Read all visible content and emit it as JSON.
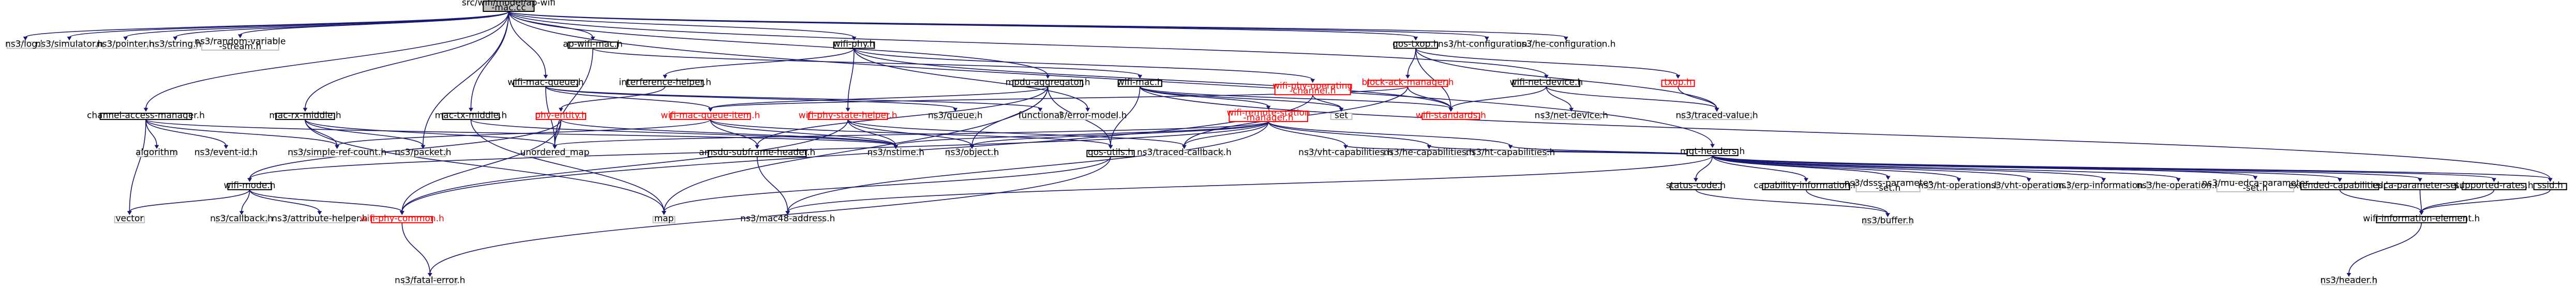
{
  "nodes": [
    {
      "id": "root",
      "lines": [
        "src/wifi/model/ap-wifi",
        "-mac.cc"
      ],
      "style": "root"
    },
    {
      "id": "log",
      "lines": [
        "ns3/log.h"
      ],
      "style": "plain"
    },
    {
      "id": "simulator",
      "lines": [
        "ns3/simulator.h"
      ],
      "style": "plain"
    },
    {
      "id": "pointer",
      "lines": [
        "ns3/pointer.h"
      ],
      "style": "plain"
    },
    {
      "id": "string",
      "lines": [
        "ns3/string.h"
      ],
      "style": "plain"
    },
    {
      "id": "rvs",
      "lines": [
        "ns3/random-variable",
        "-stream.h"
      ],
      "style": "plain"
    },
    {
      "id": "apwifimac",
      "lines": [
        "ap-wifi-mac.h"
      ],
      "style": "normal"
    },
    {
      "id": "wifiphy",
      "lines": [
        "wifi-phy.h"
      ],
      "style": "normal"
    },
    {
      "id": "qostxop",
      "lines": [
        "qos-txop.h"
      ],
      "style": "normal"
    },
    {
      "id": "htconf",
      "lines": [
        "ns3/ht-configuration.h"
      ],
      "style": "plain"
    },
    {
      "id": "heconf",
      "lines": [
        "ns3/he-configuration.h"
      ],
      "style": "plain"
    },
    {
      "id": "cam",
      "lines": [
        "channel-access-manager.h"
      ],
      "style": "normal"
    },
    {
      "id": "macrxmiddle",
      "lines": [
        "mac-rx-middle.h"
      ],
      "style": "normal"
    },
    {
      "id": "mactxmiddle",
      "lines": [
        "mac-tx-middle.h"
      ],
      "style": "normal"
    },
    {
      "id": "wmq",
      "lines": [
        "wifi-mac-queue.h"
      ],
      "style": "normal"
    },
    {
      "id": "ifhelper",
      "lines": [
        "interference-helper.h"
      ],
      "style": "normal"
    },
    {
      "id": "mpduagg",
      "lines": [
        "mpdu-aggregator.h"
      ],
      "style": "normal"
    },
    {
      "id": "errormodel",
      "lines": [
        "ns3/error-model.h"
      ],
      "style": "plain"
    },
    {
      "id": "wpoc",
      "lines": [
        "wifi-phy-operating",
        "-channel.h"
      ],
      "style": "red"
    },
    {
      "id": "bam",
      "lines": [
        "block-ack-manager.h"
      ],
      "style": "red"
    },
    {
      "id": "wnd",
      "lines": [
        "wifi-net-device.h"
      ],
      "style": "normal"
    },
    {
      "id": "txop",
      "lines": [
        "txop.h"
      ],
      "style": "red"
    },
    {
      "id": "wifimac",
      "lines": [
        "wifi-mac.h"
      ],
      "style": "normal"
    },
    {
      "id": "phyentity",
      "lines": [
        "phy-entity.h"
      ],
      "style": "red"
    },
    {
      "id": "wmqi",
      "lines": [
        "wifi-mac-queue-item.h"
      ],
      "style": "red"
    },
    {
      "id": "wpsh",
      "lines": [
        "wifi-phy-state-helper.h"
      ],
      "style": "red"
    },
    {
      "id": "queue",
      "lines": [
        "ns3/queue.h"
      ],
      "style": "plain"
    },
    {
      "id": "functional",
      "lines": [
        "functional"
      ],
      "style": "plain"
    },
    {
      "id": "set",
      "lines": [
        "set"
      ],
      "style": "plain"
    },
    {
      "id": "wrsm",
      "lines": [
        "wifi-remote-station",
        "-manager.h"
      ],
      "style": "red"
    },
    {
      "id": "wstd",
      "lines": [
        "wifi-standards.h"
      ],
      "style": "red"
    },
    {
      "id": "netdevice",
      "lines": [
        "ns3/net-device.h"
      ],
      "style": "plain"
    },
    {
      "id": "tracedvalue",
      "lines": [
        "ns3/traced-value.h"
      ],
      "style": "plain"
    },
    {
      "id": "mgt",
      "lines": [
        "mgt-headers.h"
      ],
      "style": "normal"
    },
    {
      "id": "algorithm",
      "lines": [
        "algorithm"
      ],
      "style": "plain"
    },
    {
      "id": "eventid",
      "lines": [
        "ns3/event-id.h"
      ],
      "style": "plain"
    },
    {
      "id": "srcount",
      "lines": [
        "ns3/simple-ref-count.h"
      ],
      "style": "plain"
    },
    {
      "id": "packet",
      "lines": [
        "ns3/packet.h"
      ],
      "style": "plain"
    },
    {
      "id": "umap",
      "lines": [
        "unordered_map"
      ],
      "style": "plain"
    },
    {
      "id": "asfh",
      "lines": [
        "amsdu-subframe-header.h"
      ],
      "style": "normal"
    },
    {
      "id": "nstime",
      "lines": [
        "ns3/nstime.h"
      ],
      "style": "plain"
    },
    {
      "id": "object",
      "lines": [
        "ns3/object.h"
      ],
      "style": "plain"
    },
    {
      "id": "qosutils",
      "lines": [
        "qos-utils.h"
      ],
      "style": "normal"
    },
    {
      "id": "tracedcb",
      "lines": [
        "ns3/traced-callback.h"
      ],
      "style": "plain"
    },
    {
      "id": "vhtcap",
      "lines": [
        "ns3/vht-capabilities.h"
      ],
      "style": "plain"
    },
    {
      "id": "hecap",
      "lines": [
        "ns3/he-capabilities.h"
      ],
      "style": "plain"
    },
    {
      "id": "htcap",
      "lines": [
        "ns3/ht-capabilities.h"
      ],
      "style": "plain"
    },
    {
      "id": "statuscode",
      "lines": [
        "status-code.h"
      ],
      "style": "normal"
    },
    {
      "id": "capinfo",
      "lines": [
        "capability-information.h"
      ],
      "style": "normal"
    },
    {
      "id": "dsss",
      "lines": [
        "ns3/dsss-parameter",
        "-set.h"
      ],
      "style": "plain"
    },
    {
      "id": "htop",
      "lines": [
        "ns3/ht-operation.h"
      ],
      "style": "plain"
    },
    {
      "id": "vhtop",
      "lines": [
        "ns3/vht-operation.h"
      ],
      "style": "plain"
    },
    {
      "id": "erp",
      "lines": [
        "ns3/erp-information.h"
      ],
      "style": "plain"
    },
    {
      "id": "heop",
      "lines": [
        "ns3/he-operation.h"
      ],
      "style": "plain"
    },
    {
      "id": "muedca",
      "lines": [
        "ns3/mu-edca-parameter",
        "-set.h"
      ],
      "style": "plain"
    },
    {
      "id": "extcap",
      "lines": [
        "extended-capabilities.h"
      ],
      "style": "normal"
    },
    {
      "id": "edca",
      "lines": [
        "edca-parameter-set.h"
      ],
      "style": "normal"
    },
    {
      "id": "suprates",
      "lines": [
        "supported-rates.h"
      ],
      "style": "normal"
    },
    {
      "id": "ssid",
      "lines": [
        "ssid.h"
      ],
      "style": "normal"
    },
    {
      "id": "wifimode",
      "lines": [
        "wifi-mode.h"
      ],
      "style": "normal"
    },
    {
      "id": "vector",
      "lines": [
        "vector"
      ],
      "style": "plain"
    },
    {
      "id": "callback",
      "lines": [
        "ns3/callback.h"
      ],
      "style": "plain"
    },
    {
      "id": "attrhelper",
      "lines": [
        "ns3/attribute-helper.h"
      ],
      "style": "plain"
    },
    {
      "id": "wpc",
      "lines": [
        "wifi-phy-common.h"
      ],
      "style": "red"
    },
    {
      "id": "map",
      "lines": [
        "map"
      ],
      "style": "plain"
    },
    {
      "id": "mac48",
      "lines": [
        "ns3/mac48-address.h"
      ],
      "style": "plain"
    },
    {
      "id": "buffer",
      "lines": [
        "ns3/buffer.h"
      ],
      "style": "plain"
    },
    {
      "id": "wie",
      "lines": [
        "wifi-information-element.h"
      ],
      "style": "normal"
    },
    {
      "id": "nsheader",
      "lines": [
        "ns3/header.h"
      ],
      "style": "plain"
    },
    {
      "id": "fatal",
      "lines": [
        "ns3/fatal-error.h"
      ],
      "style": "plain"
    }
  ],
  "edges": [
    [
      "root",
      "log"
    ],
    [
      "root",
      "simulator"
    ],
    [
      "root",
      "pointer"
    ],
    [
      "root",
      "string"
    ],
    [
      "root",
      "rvs"
    ],
    [
      "root",
      "apwifimac"
    ],
    [
      "root",
      "wifiphy"
    ],
    [
      "root",
      "qostxop"
    ],
    [
      "root",
      "htconf"
    ],
    [
      "root",
      "heconf"
    ],
    [
      "root",
      "cam"
    ],
    [
      "root",
      "macrxmiddle"
    ],
    [
      "root",
      "mactxmiddle"
    ],
    [
      "root",
      "wmq"
    ],
    [
      "root",
      "mgt"
    ],
    [
      "root",
      "mpduagg"
    ],
    [
      "root",
      "wnd"
    ],
    [
      "root",
      "packet"
    ],
    [
      "apwifimac",
      "wifimac"
    ],
    [
      "apwifimac",
      "umap"
    ],
    [
      "wifiphy",
      "ifhelper"
    ],
    [
      "wifiphy",
      "errormodel"
    ],
    [
      "wifiphy",
      "wpoc"
    ],
    [
      "wifiphy",
      "wstd"
    ],
    [
      "wifiphy",
      "wpsh"
    ],
    [
      "qostxop",
      "bam"
    ],
    [
      "qostxop",
      "txop"
    ],
    [
      "qostxop",
      "tracedvalue"
    ],
    [
      "qostxop",
      "wstd"
    ],
    [
      "cam",
      "algorithm"
    ],
    [
      "cam",
      "vector"
    ],
    [
      "cam",
      "eventid"
    ],
    [
      "cam",
      "srcount"
    ],
    [
      "cam",
      "nstime"
    ],
    [
      "macrxmiddle",
      "srcount"
    ],
    [
      "macrxmiddle",
      "packet"
    ],
    [
      "macrxmiddle",
      "umap"
    ],
    [
      "macrxmiddle",
      "map"
    ],
    [
      "mactxmiddle",
      "map"
    ],
    [
      "mactxmiddle",
      "nstime"
    ],
    [
      "wmq",
      "wmqi"
    ],
    [
      "wmq",
      "queue"
    ],
    [
      "wmq",
      "functional"
    ],
    [
      "wmq",
      "umap"
    ],
    [
      "ifhelper",
      "phyentity"
    ],
    [
      "mpduagg",
      "wmqi"
    ],
    [
      "mpduagg",
      "object"
    ],
    [
      "mpduagg",
      "qosutils"
    ],
    [
      "mpduagg",
      "asfh"
    ],
    [
      "mpduagg",
      "map"
    ],
    [
      "wpoc",
      "set"
    ],
    [
      "wpoc",
      "wpc"
    ],
    [
      "bam",
      "wmqi"
    ],
    [
      "bam",
      "tracedcb"
    ],
    [
      "bam",
      "wstd"
    ],
    [
      "wnd",
      "wstd"
    ],
    [
      "wnd",
      "netdevice"
    ],
    [
      "wnd",
      "tracedvalue"
    ],
    [
      "txop",
      "tracedvalue"
    ],
    [
      "wifimac",
      "wrsm"
    ],
    [
      "wifimac",
      "set"
    ],
    [
      "wifimac",
      "qosutils"
    ],
    [
      "wifimac",
      "wstd"
    ],
    [
      "wifimac",
      "ssid"
    ],
    [
      "phyentity",
      "wpc"
    ],
    [
      "phyentity",
      "nstime"
    ],
    [
      "phyentity",
      "umap"
    ],
    [
      "phyentity",
      "wifimode"
    ],
    [
      "wmqi",
      "srcount"
    ],
    [
      "wmqi",
      "nstime"
    ],
    [
      "wmqi",
      "asfh"
    ],
    [
      "wmqi",
      "qosutils"
    ],
    [
      "wpsh",
      "object"
    ],
    [
      "wpsh",
      "tracedcb"
    ],
    [
      "wpsh",
      "wpc"
    ],
    [
      "wpsh",
      "nstime"
    ],
    [
      "wrsm",
      "object"
    ],
    [
      "wrsm",
      "tracedcb"
    ],
    [
      "wrsm",
      "vhtcap"
    ],
    [
      "wrsm",
      "hecap"
    ],
    [
      "wrsm",
      "htcap"
    ],
    [
      "wrsm",
      "mac48"
    ],
    [
      "wrsm",
      "nstime"
    ],
    [
      "wrsm",
      "wifimode"
    ],
    [
      "wrsm",
      "umap"
    ],
    [
      "mgt",
      "statuscode"
    ],
    [
      "mgt",
      "capinfo"
    ],
    [
      "mgt",
      "dsss"
    ],
    [
      "mgt",
      "htop"
    ],
    [
      "mgt",
      "vhtop"
    ],
    [
      "mgt",
      "erp"
    ],
    [
      "mgt",
      "heop"
    ],
    [
      "mgt",
      "muedca"
    ],
    [
      "mgt",
      "extcap"
    ],
    [
      "mgt",
      "edca"
    ],
    [
      "mgt",
      "suprates"
    ],
    [
      "mgt",
      "ssid"
    ],
    [
      "mgt",
      "mac48"
    ],
    [
      "mgt",
      "htcap"
    ],
    [
      "mgt",
      "vhtcap"
    ],
    [
      "mgt",
      "hecap"
    ],
    [
      "statuscode",
      "buffer"
    ],
    [
      "capinfo",
      "buffer"
    ],
    [
      "extcap",
      "wie"
    ],
    [
      "edca",
      "wie"
    ],
    [
      "suprates",
      "wie"
    ],
    [
      "ssid",
      "wie"
    ],
    [
      "wie",
      "nsheader"
    ],
    [
      "asfh",
      "mac48"
    ],
    [
      "qosutils",
      "fatal"
    ],
    [
      "qosutils",
      "map"
    ],
    [
      "wifimode",
      "vector"
    ],
    [
      "wifimode",
      "callback"
    ],
    [
      "wifimode",
      "attrhelper"
    ],
    [
      "wifimode",
      "wpc"
    ],
    [
      "wpc",
      "fatal"
    ]
  ]
}
